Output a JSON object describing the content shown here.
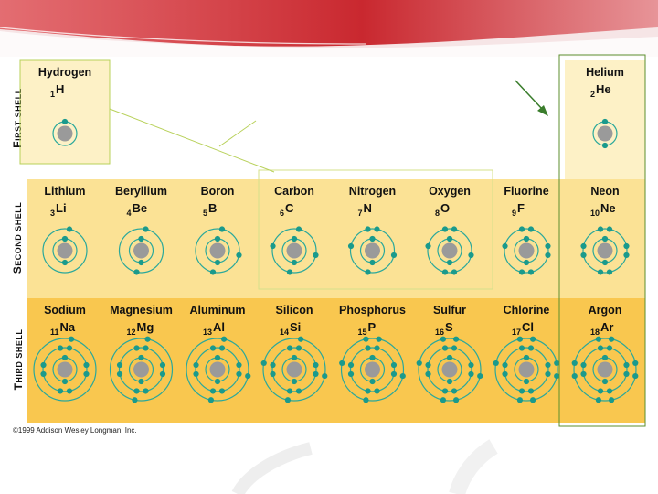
{
  "row_labels": [
    {
      "first": "F",
      "rest": "IRST SHELL"
    },
    {
      "first": "S",
      "rest": "ECOND SHELL"
    },
    {
      "first": "T",
      "rest": "HIRD SHELL"
    }
  ],
  "rows": [
    [
      {
        "name": "Hydrogen",
        "z": "1",
        "symbol": "H",
        "electrons": [
          1
        ]
      },
      {
        "name": "Helium",
        "z": "2",
        "symbol": "He",
        "electrons": [
          2
        ]
      }
    ],
    [
      {
        "name": "Lithium",
        "z": "3",
        "symbol": "Li",
        "electrons": [
          2,
          1
        ]
      },
      {
        "name": "Beryllium",
        "z": "4",
        "symbol": "Be",
        "electrons": [
          2,
          2
        ]
      },
      {
        "name": "Boron",
        "z": "5",
        "symbol": "B",
        "electrons": [
          2,
          3
        ]
      },
      {
        "name": "Carbon",
        "z": "6",
        "symbol": "C",
        "electrons": [
          2,
          4
        ]
      },
      {
        "name": "Nitrogen",
        "z": "7",
        "symbol": "N",
        "electrons": [
          2,
          5
        ]
      },
      {
        "name": "Oxygen",
        "z": "8",
        "symbol": "O",
        "electrons": [
          2,
          6
        ]
      },
      {
        "name": "Fluorine",
        "z": "9",
        "symbol": "F",
        "electrons": [
          2,
          7
        ]
      },
      {
        "name": "Neon",
        "z": "10",
        "symbol": "Ne",
        "electrons": [
          2,
          8
        ]
      }
    ],
    [
      {
        "name": "Sodium",
        "z": "11",
        "symbol": "Na",
        "electrons": [
          2,
          8,
          1
        ]
      },
      {
        "name": "Magnesium",
        "z": "12",
        "symbol": "Mg",
        "electrons": [
          2,
          8,
          2
        ]
      },
      {
        "name": "Aluminum",
        "z": "13",
        "symbol": "Al",
        "electrons": [
          2,
          8,
          3
        ]
      },
      {
        "name": "Silicon",
        "z": "14",
        "symbol": "Si",
        "electrons": [
          2,
          8,
          4
        ]
      },
      {
        "name": "Phosphorus",
        "z": "15",
        "symbol": "P",
        "electrons": [
          2,
          8,
          5
        ]
      },
      {
        "name": "Sulfur",
        "z": "16",
        "symbol": "S",
        "electrons": [
          2,
          8,
          6
        ]
      },
      {
        "name": "Chlorine",
        "z": "17",
        "symbol": "Cl",
        "electrons": [
          2,
          8,
          7
        ]
      },
      {
        "name": "Argon",
        "z": "18",
        "symbol": "Ar",
        "electrons": [
          2,
          8,
          8
        ]
      }
    ]
  ],
  "credit": "©1999 Addison Wesley Longman, Inc.",
  "colors": {
    "row1": "#fdf1c6",
    "row2": "#fbe295",
    "row3": "#f9c74f",
    "electron": "#1a9a8c",
    "orbit": "#2aa89b",
    "nucleus": "#9a9a9a",
    "highlight": "#b8d15a",
    "arrow": "#3a7d2c",
    "banner": "#c9282f"
  }
}
